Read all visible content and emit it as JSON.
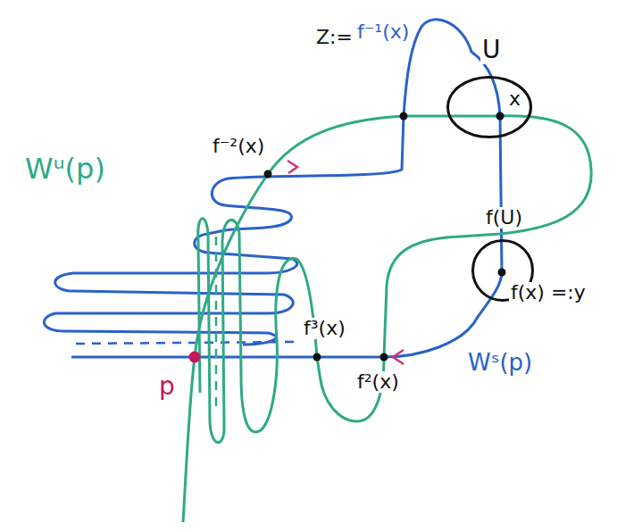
{
  "diagram": {
    "nodes": [
      {
        "text": [
          "U",
          "x"
        ]
      },
      {
        "text": [
          "f(U)",
          "f(x) =:y"
        ]
      }
    ],
    "labels": [
      "Z:=",
      "f⁻¹(x)",
      "f⁻²(x)",
      "Wᵘ(p)",
      "f³(x)",
      "p",
      "f²(x)",
      "Wˢ(p)"
    ]
  }
}
